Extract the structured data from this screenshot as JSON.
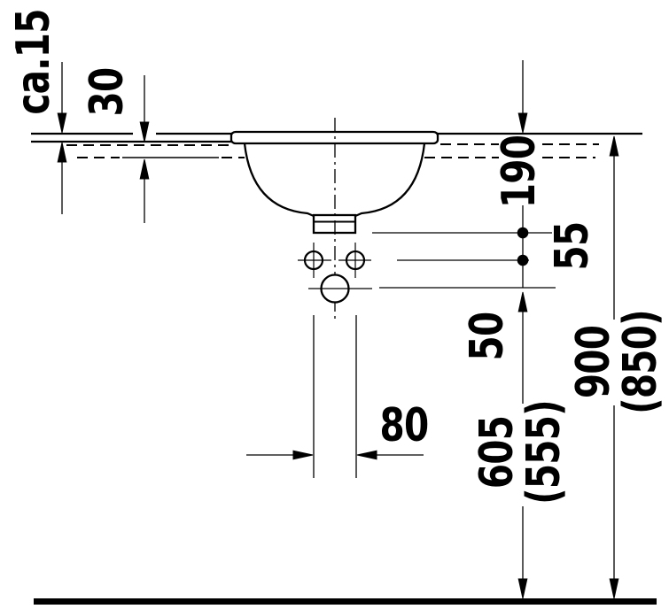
{
  "drawing": {
    "type": "technical-dimension-drawing",
    "subject": "undercounter washbasin side elevation with installation dimensions",
    "units": "mm"
  },
  "colors": {
    "ink": "#000000",
    "paper": "#ffffff"
  },
  "dimensions": {
    "rim_above_counter": {
      "label": "ca.15"
    },
    "counter_thickness": {
      "label": "30"
    },
    "depth_below_rim": {
      "label": "190"
    },
    "drain_to_holes": {
      "label": "55"
    },
    "holes_to_supply": {
      "label": "50"
    },
    "hole_spacing": {
      "label": "80"
    },
    "supply_height": {
      "label": "605",
      "alt_label": "(555)"
    },
    "rim_height": {
      "label": "900",
      "alt_label": "(850)"
    }
  }
}
